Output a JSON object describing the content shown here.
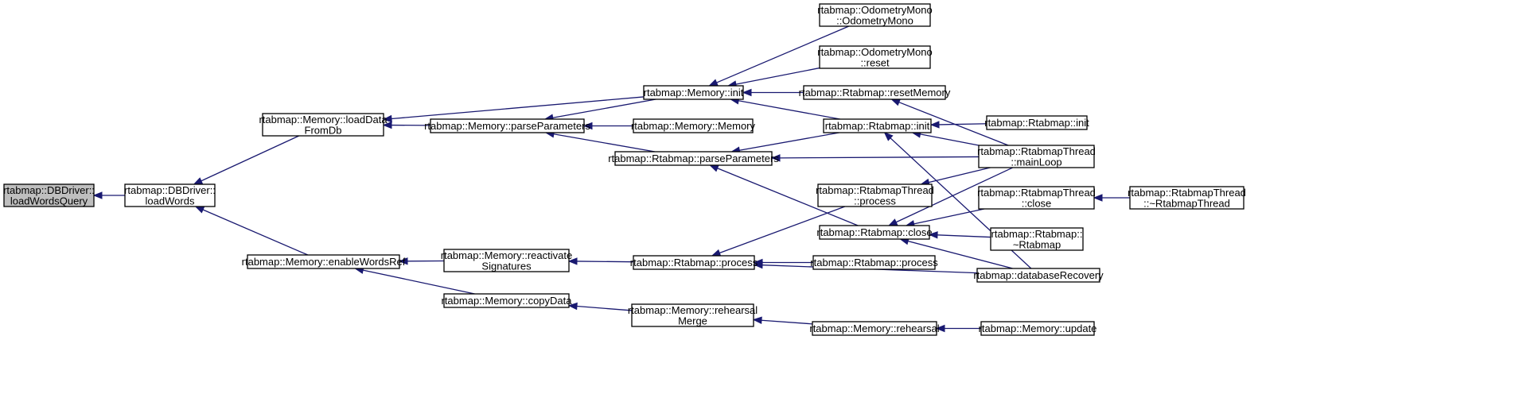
{
  "nodes": [
    {
      "id": "dbdriver_loadwordsquery",
      "lines": [
        "rtabmap::DBDriver::",
        "loadWordsQuery"
      ],
      "root": true
    },
    {
      "id": "dbdriver_loadwords",
      "lines": [
        "rtabmap::DBDriver::",
        "loadWords"
      ]
    },
    {
      "id": "memory_loaddatafromdb",
      "lines": [
        "rtabmap::Memory::loadData",
        "FromDb"
      ]
    },
    {
      "id": "memory_enablewordsref",
      "lines": [
        "rtabmap::Memory::enableWordsRef"
      ]
    },
    {
      "id": "memory_parseparameters",
      "lines": [
        "rtabmap::Memory::parseParameters"
      ]
    },
    {
      "id": "memory_reactivatesignatures",
      "lines": [
        "rtabmap::Memory::reactivate",
        "Signatures"
      ]
    },
    {
      "id": "memory_copydata",
      "lines": [
        "rtabmap::Memory::copyData"
      ]
    },
    {
      "id": "memory_init",
      "lines": [
        "rtabmap::Memory::init"
      ]
    },
    {
      "id": "memory_memory",
      "lines": [
        "rtabmap::Memory::Memory"
      ]
    },
    {
      "id": "rtabmap_parseparameters",
      "lines": [
        "rtabmap::Rtabmap::parseParameters"
      ]
    },
    {
      "id": "rtabmap_process",
      "lines": [
        "rtabmap::Rtabmap::process"
      ]
    },
    {
      "id": "memory_rehearsalmerge",
      "lines": [
        "rtabmap::Memory::rehearsal",
        "Merge"
      ]
    },
    {
      "id": "odometrymono_ctor",
      "lines": [
        "rtabmap::OdometryMono",
        "::OdometryMono"
      ]
    },
    {
      "id": "odometrymono_reset",
      "lines": [
        "rtabmap::OdometryMono",
        "::reset"
      ]
    },
    {
      "id": "rtabmap_resetmemory",
      "lines": [
        "rtabmap::Rtabmap::resetMemory"
      ]
    },
    {
      "id": "rtabmap_init",
      "lines": [
        "rtabmap::Rtabmap::init"
      ]
    },
    {
      "id": "rtabmapthread_process",
      "lines": [
        "rtabmap::RtabmapThread",
        "::process"
      ]
    },
    {
      "id": "rtabmap_close",
      "lines": [
        "rtabmap::Rtabmap::close"
      ]
    },
    {
      "id": "rtabmap_process2",
      "lines": [
        "rtabmap::Rtabmap::process"
      ]
    },
    {
      "id": "memory_rehearsal",
      "lines": [
        "rtabmap::Memory::rehearsal"
      ]
    },
    {
      "id": "rtabmap_init2",
      "lines": [
        "rtabmap::Rtabmap::init"
      ]
    },
    {
      "id": "rtabmapthread_mainloop",
      "lines": [
        "rtabmap::RtabmapThread",
        "::mainLoop"
      ]
    },
    {
      "id": "rtabmapthread_close",
      "lines": [
        "rtabmap::RtabmapThread",
        "::close"
      ]
    },
    {
      "id": "rtabmap_destructor",
      "lines": [
        "rtabmap::Rtabmap::",
        "~Rtabmap"
      ]
    },
    {
      "id": "databaserecovery",
      "lines": [
        "rtabmap::databaseRecovery"
      ]
    },
    {
      "id": "memory_update",
      "lines": [
        "rtabmap::Memory::update"
      ]
    },
    {
      "id": "rtabmapthread_destructor",
      "lines": [
        "rtabmap::RtabmapThread",
        "::~RtabmapThread"
      ]
    }
  ],
  "edges": [
    [
      "dbdriver_loadwords",
      "dbdriver_loadwordsquery"
    ],
    [
      "memory_loaddatafromdb",
      "dbdriver_loadwords"
    ],
    [
      "memory_enablewordsref",
      "dbdriver_loadwords"
    ],
    [
      "memory_init",
      "memory_loaddatafromdb"
    ],
    [
      "memory_parseparameters",
      "memory_loaddatafromdb"
    ],
    [
      "memory_reactivatesignatures",
      "memory_enablewordsref"
    ],
    [
      "memory_copydata",
      "memory_enablewordsref"
    ],
    [
      "memory_init",
      "memory_parseparameters"
    ],
    [
      "memory_memory",
      "memory_parseparameters"
    ],
    [
      "rtabmap_parseparameters",
      "memory_parseparameters"
    ],
    [
      "rtabmap_process",
      "memory_reactivatesignatures"
    ],
    [
      "memory_rehearsalmerge",
      "memory_copydata"
    ],
    [
      "odometrymono_ctor",
      "memory_init"
    ],
    [
      "odometrymono_reset",
      "memory_init"
    ],
    [
      "rtabmap_resetmemory",
      "memory_init"
    ],
    [
      "rtabmap_init",
      "memory_init"
    ],
    [
      "rtabmap_init",
      "rtabmap_parseparameters"
    ],
    [
      "rtabmapthread_mainloop",
      "rtabmap_parseparameters"
    ],
    [
      "rtabmap_close",
      "rtabmap_parseparameters"
    ],
    [
      "rtabmapthread_process",
      "rtabmap_process"
    ],
    [
      "rtabmap_process2",
      "rtabmap_process"
    ],
    [
      "databaserecovery",
      "rtabmap_process"
    ],
    [
      "memory_rehearsal",
      "memory_rehearsalmerge"
    ],
    [
      "rtabmapthread_mainloop",
      "rtabmap_resetmemory"
    ],
    [
      "rtabmap_init2",
      "rtabmap_init"
    ],
    [
      "rtabmapthread_mainloop",
      "rtabmap_init"
    ],
    [
      "databaserecovery",
      "rtabmap_init"
    ],
    [
      "rtabmapthread_mainloop",
      "rtabmapthread_process"
    ],
    [
      "rtabmapthread_mainloop",
      "rtabmap_close"
    ],
    [
      "rtabmapthread_close",
      "rtabmap_close"
    ],
    [
      "rtabmap_destructor",
      "rtabmap_close"
    ],
    [
      "databaserecovery",
      "rtabmap_close"
    ],
    [
      "memory_update",
      "memory_rehearsal"
    ],
    [
      "rtabmapthread_destructor",
      "rtabmapthread_close"
    ]
  ],
  "colors": {
    "edge": "#191970",
    "root_fill": "#bfbfbf",
    "node_fill": "#ffffff",
    "node_border": "#000000"
  }
}
